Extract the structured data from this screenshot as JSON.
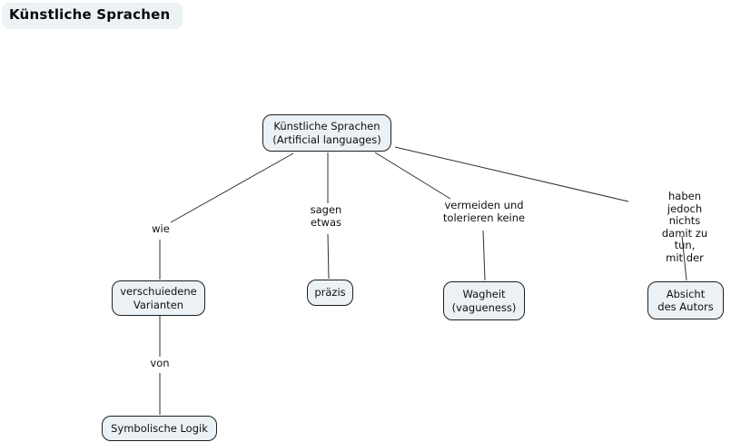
{
  "title": "Künstliche Sprachen",
  "colors": {
    "background": "#ffffff",
    "node_fill": "#ebf1f4",
    "node_border": "#1f1f1f",
    "edge_line": "#2f2f2f",
    "text": "#101010",
    "title_badge_bg": "#edf3f5"
  },
  "concept_map": {
    "nodes": {
      "root": {
        "label": "Künstliche Sprachen\n(Artificial languages)"
      },
      "variants": {
        "label": "verschuiedene\nVarianten"
      },
      "precise": {
        "label": "präzis"
      },
      "vagueness": {
        "label": "Wagheit\n(vagueness)"
      },
      "author": {
        "label": "Absicht\ndes Autors"
      },
      "logic": {
        "label": "Symbolische Logik"
      }
    },
    "link_labels": {
      "wie": {
        "label": "wie"
      },
      "sagen_etwas": {
        "label": "sagen\netwas"
      },
      "vermeiden": {
        "label": "vermeiden und\ntolerieren keine"
      },
      "haben_jedoch": {
        "label": "haben jedoch\nnichts damit zu tun,\nmit der"
      },
      "von": {
        "label": "von"
      }
    },
    "propositions": [
      {
        "from": "Künstliche Sprachen (Artificial languages)",
        "link": "wie",
        "to": "verschuiedene Varianten"
      },
      {
        "from": "Künstliche Sprachen (Artificial languages)",
        "link": "sagen etwas",
        "to": "präzis"
      },
      {
        "from": "Künstliche Sprachen (Artificial languages)",
        "link": "vermeiden und tolerieren keine",
        "to": "Wagheit (vagueness)"
      },
      {
        "from": "Künstliche Sprachen (Artificial languages)",
        "link": "haben jedoch nichts damit zu tun, mit der",
        "to": "Absicht des Autors"
      },
      {
        "from": "verschuiedene Varianten",
        "link": "von",
        "to": "Symbolische Logik"
      }
    ]
  }
}
